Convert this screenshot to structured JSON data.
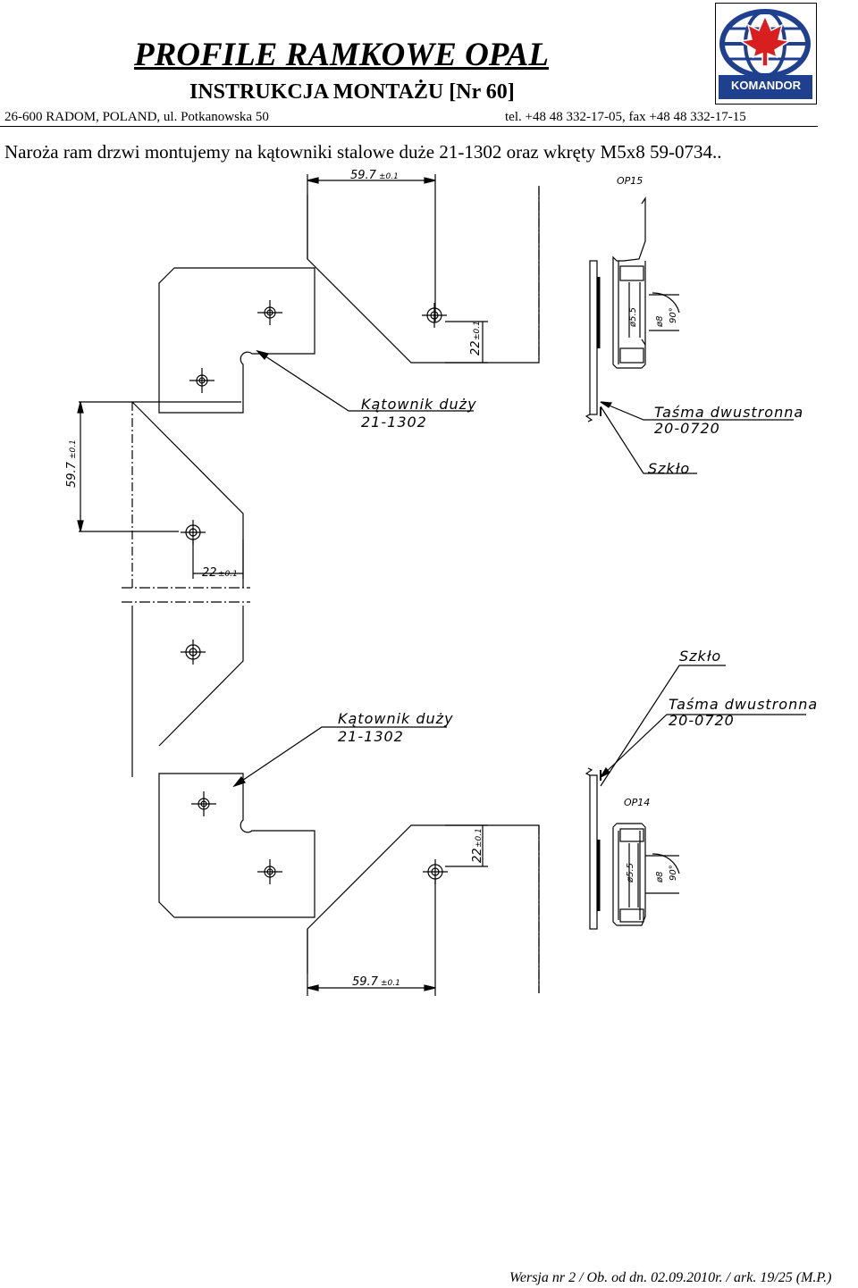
{
  "header": {
    "title": "PROFILE RAMKOWE OPAL",
    "subtitle": "INSTRUKCJA MONTAŻU [Nr 60]",
    "address": "26-600 RADOM, POLAND, ul. Potkanowska 50",
    "phones": "tel. +48 48 332-17-05, fax +48 48 332-17-15",
    "logo_text": "KOMANDOR",
    "logo_colors": {
      "globe": "#1f3f8f",
      "leaf": "#d81e1e",
      "band": "#1f3f8f"
    }
  },
  "intro": "Naroża ram drzwi montujemy na kątowniki stalowe duże 21-1302 oraz wkręty M5x8 59-0734..",
  "drawing": {
    "top": {
      "dim_width": "59.7",
      "dim_width_tol": "±0.1",
      "dim_hole": "22",
      "dim_hole_tol": "±0.1",
      "profile": "OP15",
      "bracket_label": "Kątownik duży",
      "bracket_code": "21-1302",
      "tape_label": "Taśma dwustronna",
      "tape_code": "20-0720",
      "glass_label": "Szkło",
      "d55": "ø5.5",
      "d8": "ø8",
      "angle": "90°"
    },
    "side": {
      "dim_height": "59.7",
      "dim_height_tol": "±0.1",
      "dim_hole": "22",
      "dim_hole_tol": "±0.1"
    },
    "bottom": {
      "dim_width": "59.7",
      "dim_width_tol": "±0.1",
      "dim_hole": "22",
      "dim_hole_tol": "±0.1",
      "profile": "OP14",
      "bracket_label": "Kątownik duży",
      "bracket_code": "21-1302",
      "tape_label": "Taśma dwustronna",
      "tape_code": "20-0720",
      "glass_label": "Szkło",
      "d55": "ø5.5",
      "d8": "ø8",
      "angle": "90°"
    }
  },
  "footer": "Wersja nr 2 / Ob. od dn. 02.09.2010r. / ark. 19/25 (M.P.)"
}
